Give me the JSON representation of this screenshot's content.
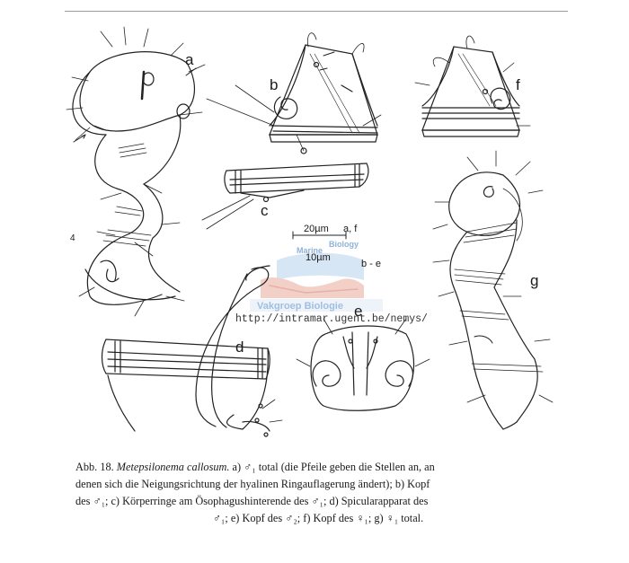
{
  "figure": {
    "panel_labels": {
      "a": "a",
      "b": "b",
      "c": "c",
      "d": "d",
      "e": "e",
      "f": "f",
      "g": "g"
    },
    "margin_mark": "4",
    "scale_bars": {
      "bar1_length": "20µm",
      "bar1_panels": "a, f",
      "bar2_length": "10µm",
      "bar2_panels": "b - e"
    },
    "watermark": {
      "line1": "Marine",
      "line2": "Biology",
      "line3": "Vakgroep Biologie",
      "url": "http://intramar.ugent.be/nemys/"
    }
  },
  "caption": {
    "figure_number": "Abb. 18.",
    "species": "Metepsilonema callosum.",
    "line1_rest": "a)  ♂₁ total (die Pfeile geben die Stellen an, an",
    "line2": "denen sich die Neigungsrichtung der hyalinen Ringauflagerung ändert); b) Kopf",
    "line3": "des  ♂₁; c) Körperringe am Ösophagushinterende des  ♂₁; d) Spicularapparat des",
    "line4": "♂₁; e) Kopf des  ♂₂; f) Kopf des  ♀₁; g)  ♀₁ total."
  }
}
